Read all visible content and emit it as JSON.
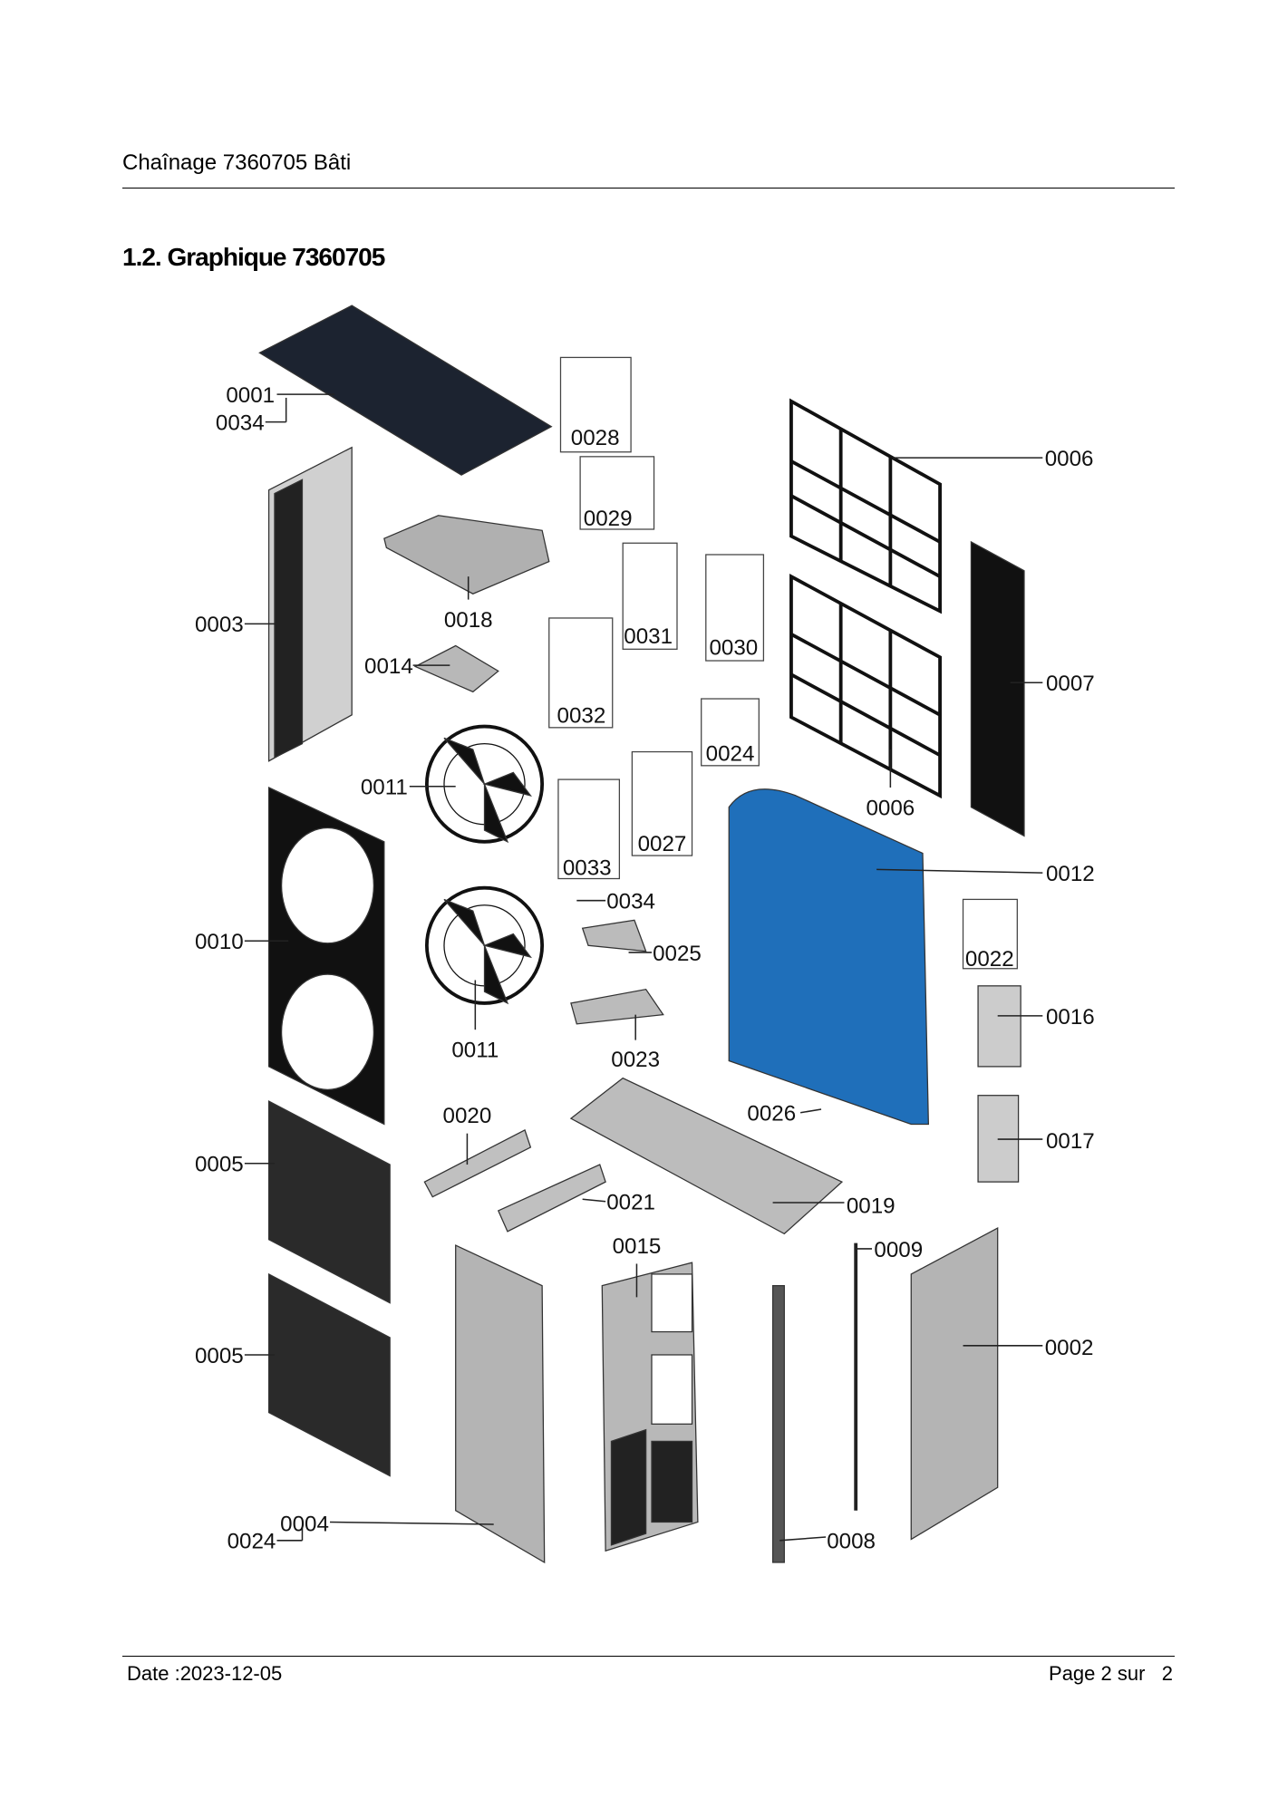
{
  "header": {
    "title": "Chaînage 7360705 Bâti"
  },
  "section": {
    "title": "1.2. Graphique 7360705"
  },
  "diagram": {
    "labels": [
      "0001",
      "0034",
      "0003",
      "0018",
      "0014",
      "0011",
      "0010",
      "0011",
      "0005",
      "0005",
      "0004",
      "0024",
      "0028",
      "0029",
      "0031",
      "0030",
      "0032",
      "0024",
      "0027",
      "0033",
      "0034",
      "0025",
      "0023",
      "0020",
      "0021",
      "0026",
      "0019",
      "0015",
      "0009",
      "0008",
      "0006",
      "0006",
      "0007",
      "0012",
      "0022",
      "0016",
      "0017",
      "0002"
    ],
    "colors": {
      "coil": "#1f6fba",
      "dark": "#1c2330",
      "metal": "#b4b4b4"
    }
  },
  "footer": {
    "date": "Date :2023-12-05",
    "page": "Page 2 sur   2"
  }
}
